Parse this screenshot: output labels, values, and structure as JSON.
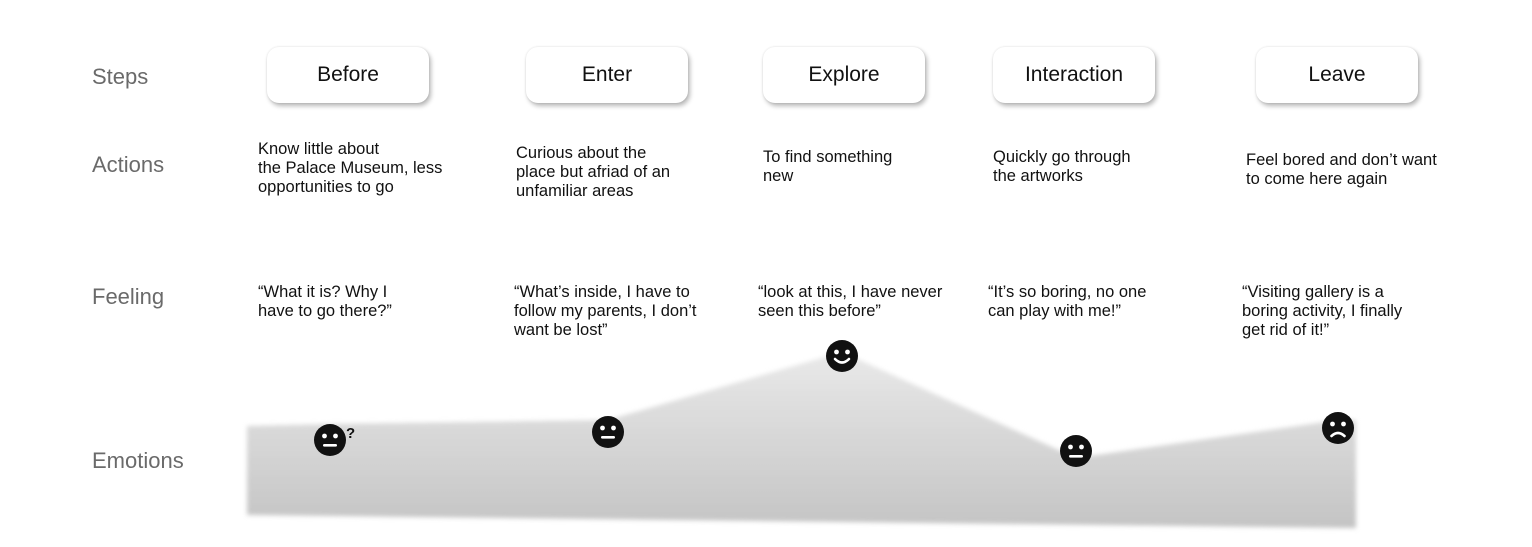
{
  "row_labels": {
    "steps": "Steps",
    "actions": "Actions",
    "feeling": "Feeling",
    "emotions": "Emotions"
  },
  "stages": [
    {
      "step": "Before",
      "action_lines": [
        "Know little about",
        "the Palace Museum, less",
        "opportunities to go"
      ],
      "feeling_lines": [
        "“What it is? Why I",
        "have to go there?”"
      ],
      "emotion": "confused",
      "emotion_icon": "confused-face-icon",
      "emotion_mark": "?"
    },
    {
      "step": "Enter",
      "action_lines": [
        "Curious about the",
        "place but afriad of an",
        "unfamiliar areas"
      ],
      "feeling_lines": [
        "“What’s inside, I have to",
        "follow my parents, I don’t",
        "want be lost”"
      ],
      "emotion": "neutral",
      "emotion_icon": "neutral-face-icon"
    },
    {
      "step": "Explore",
      "action_lines": [
        "To find something",
        "new"
      ],
      "feeling_lines": [
        "“look at this, I have never",
        "seen this before”"
      ],
      "emotion": "happy",
      "emotion_icon": "smiling-face-icon"
    },
    {
      "step": "Interaction",
      "action_lines": [
        "Quickly go through",
        "the artworks"
      ],
      "feeling_lines": [
        "“It’s so boring, no one",
        "can play with me!”"
      ],
      "emotion": "neutral",
      "emotion_icon": "neutral-face-icon"
    },
    {
      "step": "Leave",
      "action_lines": [
        "Feel bored and don’t want",
        "to come here again"
      ],
      "feeling_lines": [
        "“Visiting gallery is a",
        "boring activity, I finally",
        "get rid of it!”"
      ],
      "emotion": "sad",
      "emotion_icon": "sad-face-icon"
    }
  ],
  "colors": {
    "emotion_fill": "#c8c8c8",
    "face": "#111111",
    "label": "#6a6a6a"
  }
}
